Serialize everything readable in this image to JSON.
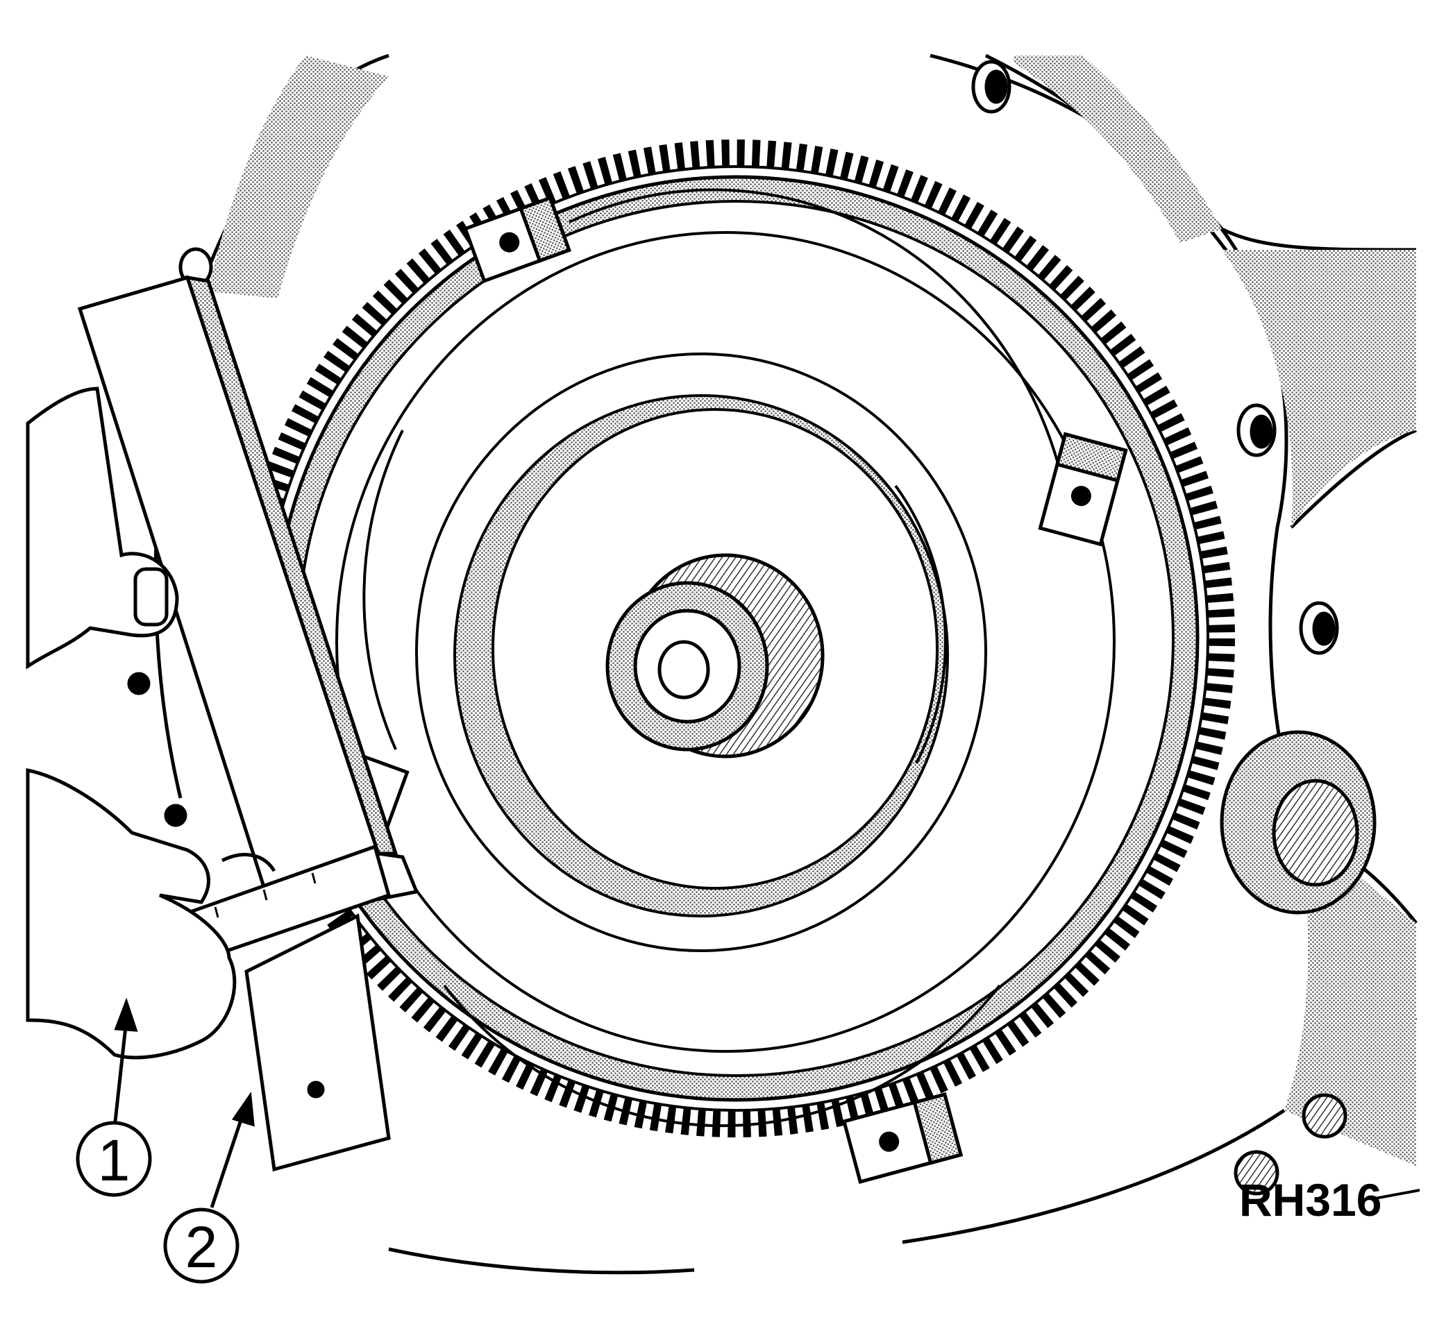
{
  "figure": {
    "figure_id": "RH316",
    "callouts": [
      {
        "number": "1",
        "target": "scale"
      },
      {
        "number": "2",
        "target": "straightedge"
      }
    ],
    "colors": {
      "ink": "#000000",
      "paper": "#ffffff",
      "screen_tone": "#bdbdbd"
    }
  }
}
